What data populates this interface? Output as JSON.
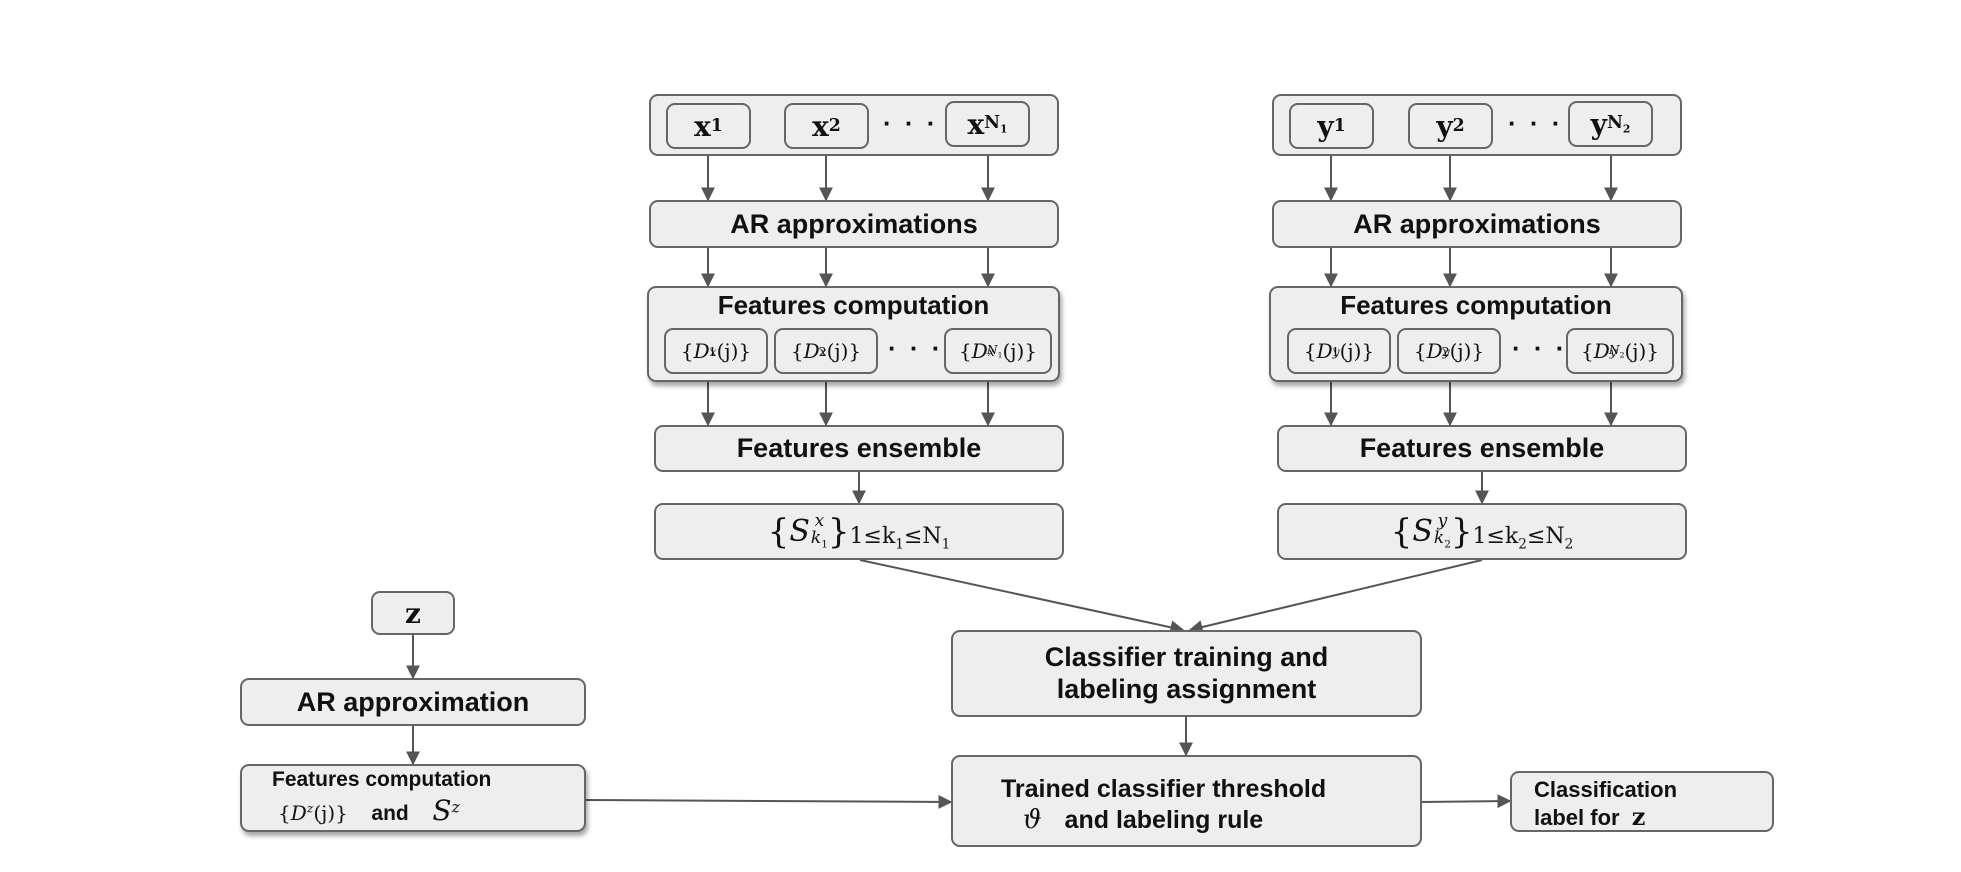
{
  "left_pipeline": {
    "inputs": [
      {
        "base": "x",
        "sub": "1"
      },
      {
        "base": "x",
        "sub": "2"
      },
      {
        "base": "x",
        "sub": "N",
        "subsub": "1"
      }
    ],
    "dots": "· · ·",
    "ar_label": "AR approximations",
    "features_title": "Features computation",
    "features": [
      {
        "sup": "x",
        "sub": "1",
        "subsub": "",
        "arg": "(j)"
      },
      {
        "sup": "x",
        "sub": "2",
        "subsub": "",
        "arg": "(j)"
      },
      {
        "sup": "x",
        "sub": "N",
        "subsub": "1",
        "arg": "(j)"
      }
    ],
    "ensemble_label": "Features ensemble",
    "set": {
      "symbol": "S",
      "sup": "x",
      "sub": "k",
      "subsub": "1",
      "range_pre": "1≤k",
      "range_sub": "1",
      "range_post": "≤N",
      "range_end_sub": "1"
    }
  },
  "right_pipeline": {
    "inputs": [
      {
        "base": "y",
        "sub": "1"
      },
      {
        "base": "y",
        "sub": "2"
      },
      {
        "base": "y",
        "sub": "N",
        "subsub": "2"
      }
    ],
    "dots": "· · ·",
    "ar_label": "AR approximations",
    "features_title": "Features computation",
    "features": [
      {
        "sup": "y",
        "sub": "1",
        "subsub": "",
        "arg": "(j)"
      },
      {
        "sup": "y",
        "sub": "2",
        "subsub": "",
        "arg": "(j)"
      },
      {
        "sup": "y",
        "sub": "N",
        "subsub": "2",
        "arg": "(j)"
      }
    ],
    "ensemble_label": "Features ensemble",
    "set": {
      "symbol": "S",
      "sup": "y",
      "sub": "k",
      "subsub": "2",
      "range_pre": "1≤k",
      "range_sub": "2",
      "range_post": "≤N",
      "range_end_sub": "2"
    }
  },
  "test_pipeline": {
    "input": "z",
    "ar_label": "AR approximation",
    "features_title": "Features computation",
    "features_set_sup": "z",
    "features_arg": "(j)",
    "and_label": "and",
    "s_symbol": "S",
    "s_sup": "z"
  },
  "classifier": {
    "training_line1": "Classifier training and",
    "training_line2": "labeling assignment",
    "trained_line1": "Trained classifier threshold",
    "theta": "ϑ",
    "trained_line2": "and labeling rule"
  },
  "output": {
    "line1": "Classification",
    "line2_prefix": "label for",
    "line2_var": "z"
  },
  "colors": {
    "box_fill": "#eeeeee",
    "box_border": "#666666",
    "arrow": "#555555"
  }
}
